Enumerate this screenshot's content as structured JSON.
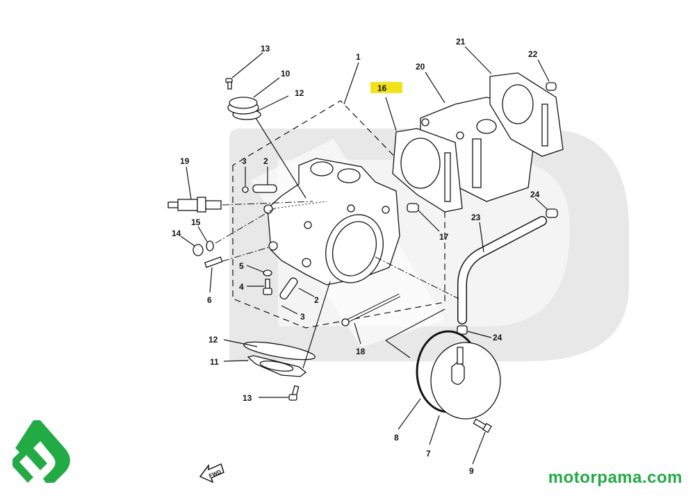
{
  "diagram": {
    "title": "Cylinder / cylinder head exploded parts diagram",
    "highlighted_part": "16",
    "highlight_color": "#f2e21a",
    "line_color": "#111111",
    "watermark_color": "#e6e6e6",
    "labels": {
      "p1": "1",
      "p2a": "2",
      "p2b": "2",
      "p3a": "3",
      "p3b": "3",
      "p4": "4",
      "p5": "5",
      "p6": "6",
      "p7": "7",
      "p8": "8",
      "p9": "9",
      "p10": "10",
      "p11": "11",
      "p12a": "12",
      "p12b": "12",
      "p13a": "13",
      "p13b": "13",
      "p14": "14",
      "p15": "15",
      "p16": "16",
      "p17": "17",
      "p18": "18",
      "p19": "19",
      "p20": "20",
      "p21": "21",
      "p22": "22",
      "p23": "23",
      "p24a": "24",
      "p24b": "24"
    },
    "fwd_arrow_text": "FWD"
  },
  "branding": {
    "logo_letters": "mp",
    "logo_color": "#22aa44",
    "website": "motorpama.com",
    "website_color": "#22aa44"
  }
}
